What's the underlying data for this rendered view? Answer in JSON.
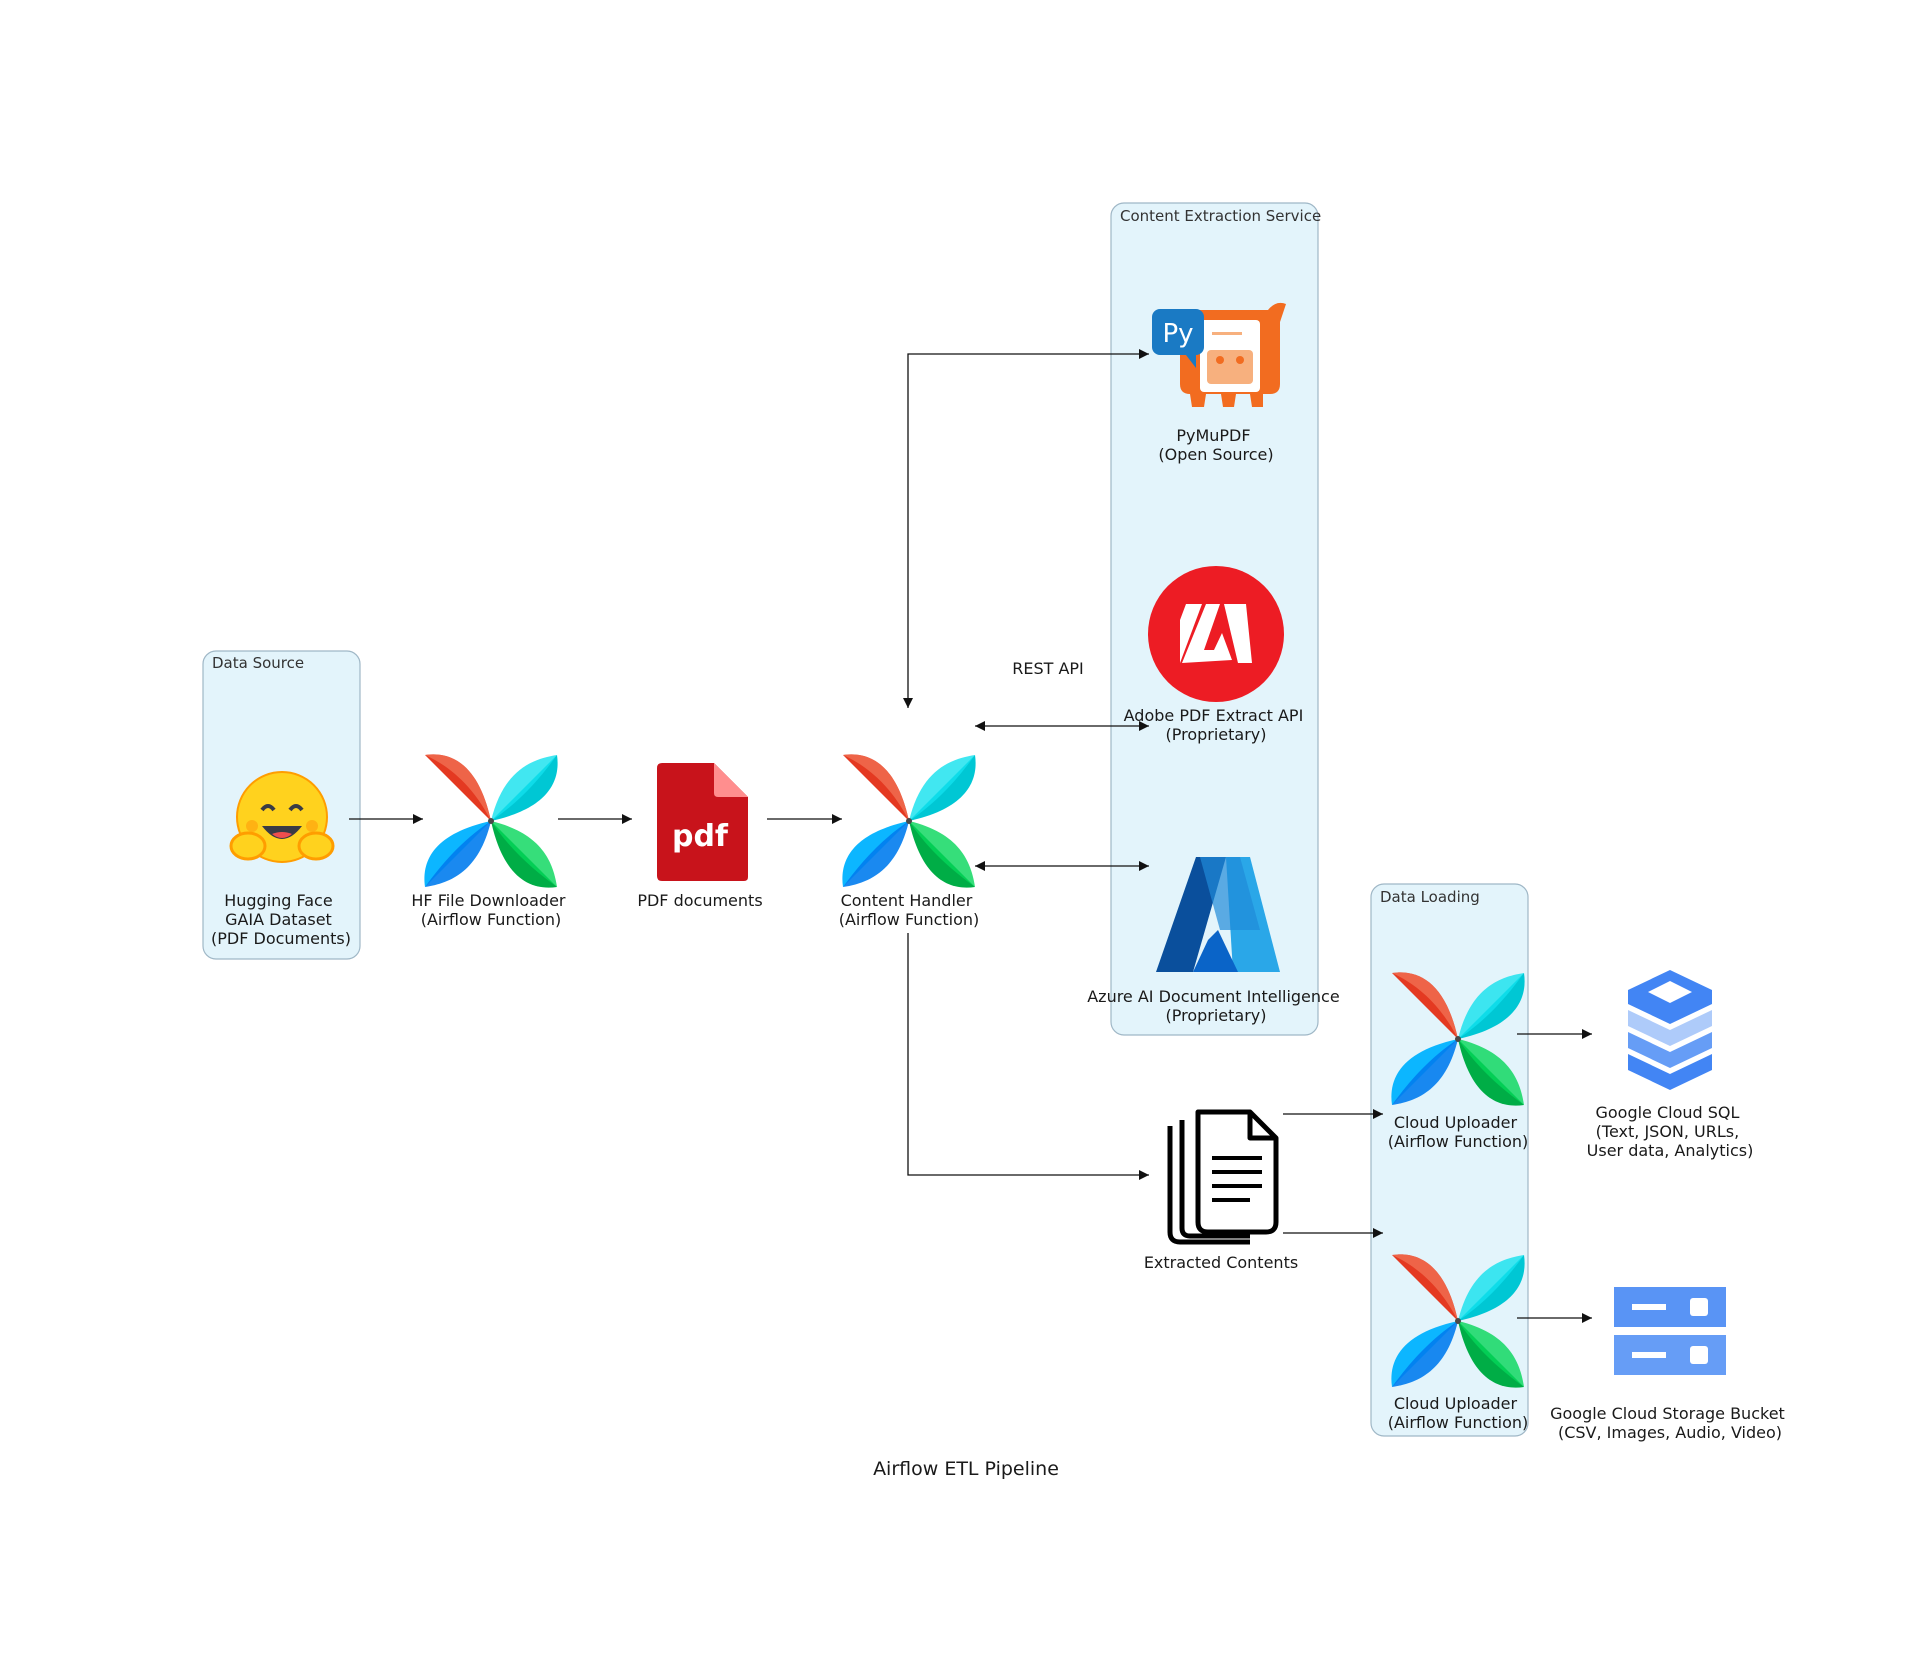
{
  "title": "Airflow ETL Pipeline",
  "clusters": {
    "data_source": "Data Source",
    "content_extraction": "Content Extraction Service",
    "data_loading": "Data Loading"
  },
  "edge_labels": {
    "rest_api": "REST API"
  },
  "nodes": {
    "hugging_face": [
      "Hugging Face",
      "GAIA Dataset",
      "(PDF Documents)"
    ],
    "hf_downloader": [
      "HF File Downloader",
      "(Airflow Function)"
    ],
    "pdf_documents": [
      "PDF documents"
    ],
    "pdf_icon_text": "pdf",
    "content_handler": [
      "Content Handler",
      "(Airflow Function)"
    ],
    "pymupdf": [
      "PyMuPDF",
      "(Open Source)"
    ],
    "pymupdf_badge": "Py",
    "adobe": [
      "Adobe PDF Extract API",
      "(Proprietary)"
    ],
    "azure": [
      "Azure AI Document Intelligence",
      "(Proprietary)"
    ],
    "extracted": [
      "Extracted Contents"
    ],
    "uploader_sql": [
      "Cloud Uploader",
      "(Airflow Function)"
    ],
    "uploader_gcs": [
      "Cloud Uploader",
      "(Airflow Function)"
    ],
    "cloud_sql": [
      "Google Cloud SQL",
      "(Text, JSON, URLs,",
      "User data, Analytics)"
    ],
    "gcs_bucket": [
      "Google Cloud Storage Bucket",
      "(CSV, Images, Audio, Video)"
    ]
  },
  "colors": {
    "cluster_fill": "#e3f4fb",
    "cluster_stroke": "#9fb7c6",
    "edge": "#111111",
    "pdf_red": "#c8131b",
    "adobe_red": "#ed1c24",
    "azure_blue": "#0a64c8",
    "gcp_blue": "#5b8ff9"
  }
}
